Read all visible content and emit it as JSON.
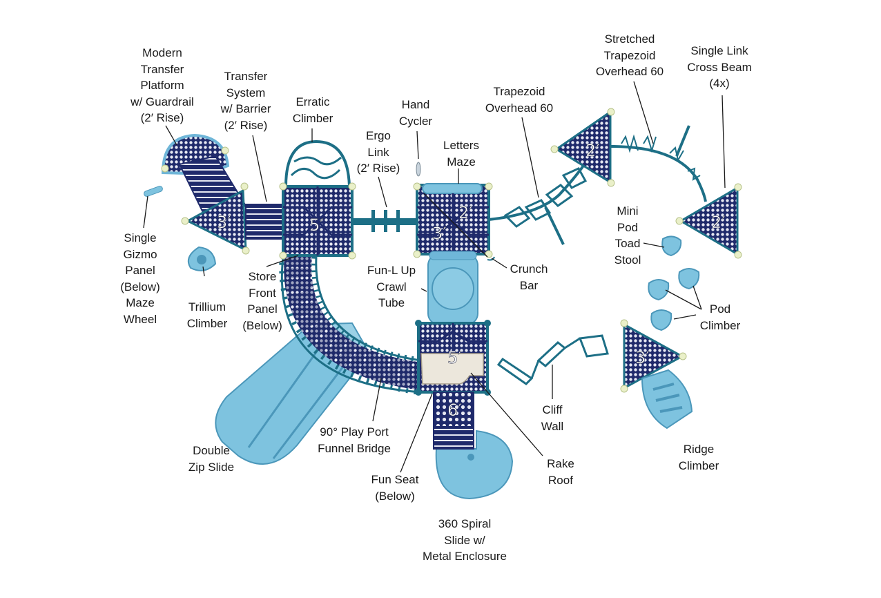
{
  "diagram": {
    "type": "playground-plan",
    "colors": {
      "deck_navy": "#1f2a6b",
      "deck_dot": "#e6e8f2",
      "structure_teal": "#1d6f86",
      "slide_blue": "#7ec3df",
      "slide_blue_dark": "#4b97ba",
      "cap_yellow": "#eaf0c9",
      "roof_beige": "#ece7dc"
    },
    "decks": [
      {
        "name": "transfer-platform-deck",
        "height": "3′"
      },
      {
        "name": "erratic-deck",
        "height": "5′"
      },
      {
        "name": "letters-deck-front",
        "height": "3′"
      },
      {
        "name": "letters-deck-rear",
        "height": "2′"
      },
      {
        "name": "rake-roof-deck",
        "height": "5′"
      },
      {
        "name": "spiral-deck",
        "height": "6′"
      },
      {
        "name": "trapezoid-deck-a",
        "height": "2′"
      },
      {
        "name": "trapezoid-deck-b",
        "height": "2′"
      },
      {
        "name": "ridge-deck",
        "height": "3′"
      }
    ],
    "labels": [
      {
        "name": "modern-transfer-platform",
        "text": "Modern\nTransfer\nPlatform\nw/ Guardrail\n(2′ Rise)"
      },
      {
        "name": "transfer-system",
        "text": "Transfer\nSystem\nw/ Barrier\n(2′ Rise)"
      },
      {
        "name": "erratic-climber",
        "text": "Erratic\nClimber"
      },
      {
        "name": "ergo-link",
        "text": "Ergo\nLink\n(2′ Rise)"
      },
      {
        "name": "hand-cycler",
        "text": "Hand\nCycler"
      },
      {
        "name": "letters-maze",
        "text": "Letters\nMaze"
      },
      {
        "name": "trapezoid-overhead",
        "text": "Trapezoid\nOverhead 60"
      },
      {
        "name": "stretched-trapezoid",
        "text": "Stretched\nTrapezoid\nOverhead 60"
      },
      {
        "name": "single-link-cross-beam",
        "text": "Single Link\nCross Beam\n(4x)"
      },
      {
        "name": "mini-pod-toad-stool",
        "text": "Mini\nPod\nToad\nStool"
      },
      {
        "name": "pod-climber",
        "text": "Pod\nClimber"
      },
      {
        "name": "crunch-bar",
        "text": "Crunch\nBar"
      },
      {
        "name": "fun-l-up-crawl-tube",
        "text": "Fun-L Up\nCrawl\nTube"
      },
      {
        "name": "single-gizmo-panel",
        "text": "Single\nGizmo\nPanel\n(Below)\nMaze\nWheel"
      },
      {
        "name": "trillium-climber",
        "text": "Trillium\nClimber"
      },
      {
        "name": "store-front-panel",
        "text": "Store\nFront\nPanel\n(Below)"
      },
      {
        "name": "double-zip-slide",
        "text": "Double\nZip Slide"
      },
      {
        "name": "funnel-bridge",
        "text": "90° Play Port\nFunnel Bridge"
      },
      {
        "name": "fun-seat",
        "text": "Fun Seat\n(Below)"
      },
      {
        "name": "spiral-slide",
        "text": "360 Spiral\nSlide w/\nMetal Enclosure"
      },
      {
        "name": "rake-roof",
        "text": "Rake\nRoof"
      },
      {
        "name": "cliff-wall",
        "text": "Cliff\nWall"
      },
      {
        "name": "ridge-climber",
        "text": "Ridge\nClimber"
      }
    ]
  }
}
